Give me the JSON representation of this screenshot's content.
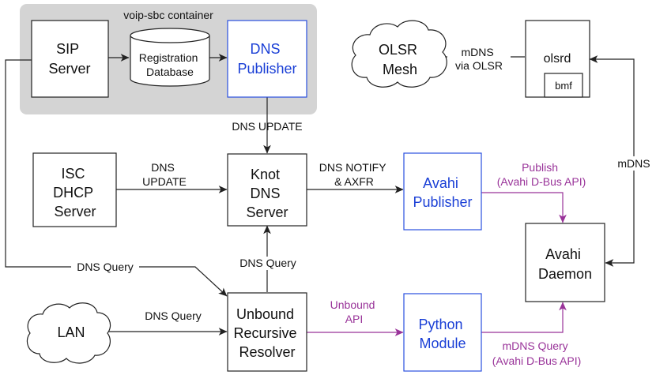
{
  "container": {
    "label": "voip-sbc container"
  },
  "nodes": {
    "sip": [
      "SIP",
      "Server"
    ],
    "regdb": [
      "Registration",
      "Database"
    ],
    "dnspub": [
      "DNS",
      "Publisher"
    ],
    "olsr_mesh": [
      "OLSR",
      "Mesh"
    ],
    "olsrd": "olsrd",
    "bmf": "bmf",
    "isc": [
      "ISC",
      "DHCP",
      "Server"
    ],
    "knot": [
      "Knot",
      "DNS",
      "Server"
    ],
    "avahi_pub": [
      "Avahi",
      "Publisher"
    ],
    "avahi_daemon": [
      "Avahi",
      "Daemon"
    ],
    "lan": "LAN",
    "unbound": [
      "Unbound",
      "Recursive",
      "Resolver"
    ],
    "python": [
      "Python",
      "Module"
    ]
  },
  "edges": {
    "dns_update": "DNS UPDATE",
    "isc_update": [
      "DNS",
      "UPDATE"
    ],
    "notify": [
      "DNS NOTIFY",
      "& AXFR"
    ],
    "publish": [
      "Publish",
      "(Avahi D-Bus API)"
    ],
    "mdns_olsr": [
      "mDNS",
      "via OLSR"
    ],
    "mdns_right": "mDNS",
    "dns_query_left": "DNS Query",
    "dns_query_up": "DNS Query",
    "dns_query_lan": "DNS Query",
    "unbound_api": [
      "Unbound",
      "API"
    ],
    "mdns_query": [
      "mDNS Query",
      "(Avahi D-Bus API)"
    ]
  },
  "colors": {
    "container_fill": "#d4d4d4",
    "highlight_text": "#1a3fd6",
    "highlight_border": "#2a4fe0",
    "api_purple": "#993399",
    "line": "#222222"
  }
}
